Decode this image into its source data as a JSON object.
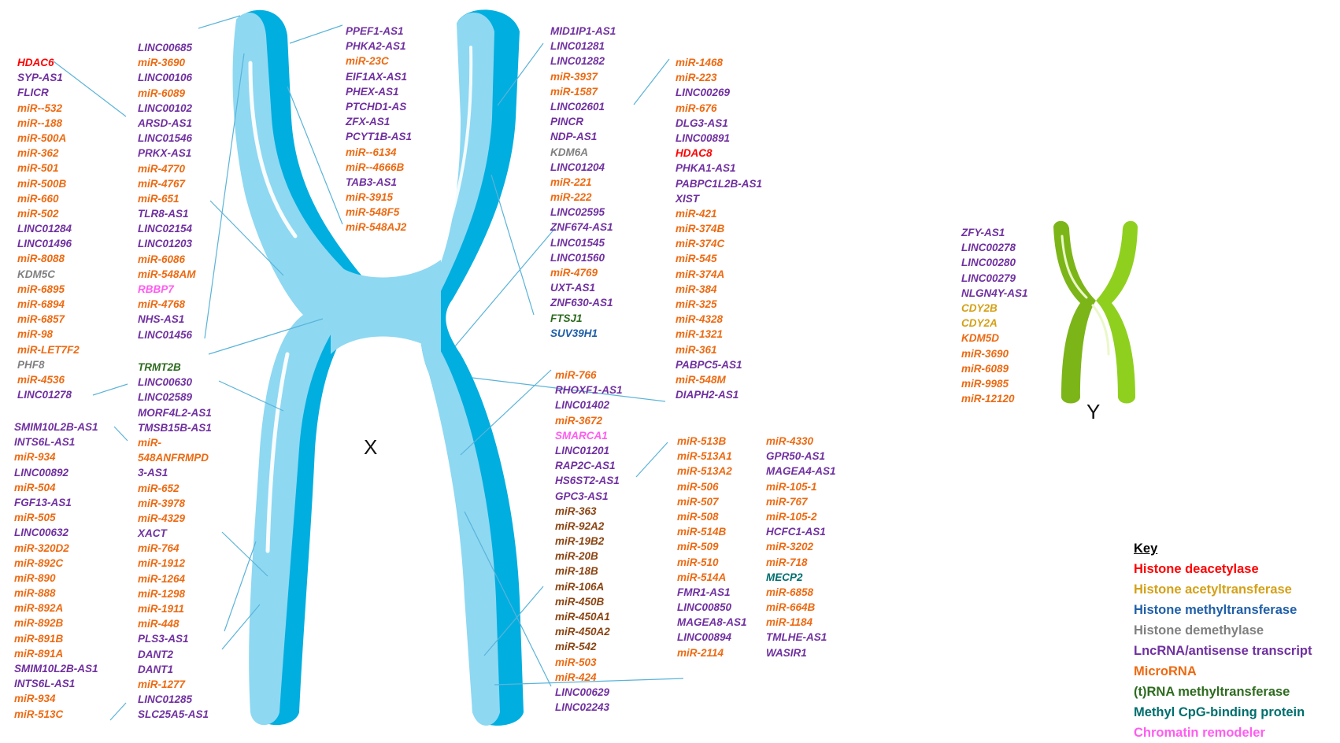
{
  "colors": {
    "deacetylase": "#ff0000",
    "acetyltransferase": "#d4a017",
    "methyltransferase": "#1f5fa8",
    "demethylase": "#808080",
    "lncrna": "#7030a0",
    "microrna": "#ed6a12",
    "trna_methyltransferase": "#2e6b1f",
    "mecp": "#006e6e",
    "remodeler": "#ff5cf0",
    "brown": "#8b4513"
  },
  "chromosomes": {
    "x_label": "X",
    "y_label": "Y"
  },
  "columns": [
    {
      "id": "col-x-left-outer",
      "items": [
        {
          "t": "HDAC6",
          "c": "deacetylase"
        },
        {
          "t": "SYP-AS1",
          "c": "lncrna"
        },
        {
          "t": "FLICR",
          "c": "lncrna"
        },
        {
          "t": "miR--532",
          "c": "microrna"
        },
        {
          "t": "miR--188",
          "c": "microrna"
        },
        {
          "t": "miR-500A",
          "c": "microrna"
        },
        {
          "t": "miR-362",
          "c": "microrna"
        },
        {
          "t": "miR-501",
          "c": "microrna"
        },
        {
          "t": "miR-500B",
          "c": "microrna"
        },
        {
          "t": "miR-660",
          "c": "microrna"
        },
        {
          "t": "miR-502",
          "c": "microrna"
        },
        {
          "t": "LINC01284",
          "c": "lncrna"
        },
        {
          "t": "LINC01496",
          "c": "lncrna"
        },
        {
          "t": "miR-8088",
          "c": "microrna"
        },
        {
          "t": "KDM5C",
          "c": "demethylase"
        },
        {
          "t": "miR-6895",
          "c": "microrna"
        },
        {
          "t": "miR-6894",
          "c": "microrna"
        },
        {
          "t": "miR-6857",
          "c": "microrna"
        },
        {
          "t": "miR-98",
          "c": "microrna"
        },
        {
          "t": "miR-LET7F2",
          "c": "microrna"
        },
        {
          "t": "PHF8",
          "c": "demethylase"
        },
        {
          "t": "miR-4536",
          "c": "microrna"
        },
        {
          "t": "LINC01278",
          "c": "lncrna"
        }
      ]
    },
    {
      "id": "col-x-left-lower",
      "items": [
        {
          "t": "SMIM10L2B-AS1",
          "c": "lncrna"
        },
        {
          "t": "INTS6L-AS1",
          "c": "lncrna"
        },
        {
          "t": "miR-934",
          "c": "microrna"
        },
        {
          "t": "LINC00892",
          "c": "lncrna"
        },
        {
          "t": "miR-504",
          "c": "microrna"
        },
        {
          "t": "FGF13-AS1",
          "c": "lncrna"
        },
        {
          "t": "miR-505",
          "c": "microrna"
        },
        {
          "t": "LINC00632",
          "c": "lncrna"
        },
        {
          "t": "miR-320D2",
          "c": "microrna"
        },
        {
          "t": "miR-892C",
          "c": "microrna"
        },
        {
          "t": "miR-890",
          "c": "microrna"
        },
        {
          "t": "miR-888",
          "c": "microrna"
        },
        {
          "t": "miR-892A",
          "c": "microrna"
        },
        {
          "t": "miR-892B",
          "c": "microrna"
        },
        {
          "t": "miR-891B",
          "c": "microrna"
        },
        {
          "t": "miR-891A",
          "c": "microrna"
        },
        {
          "t": "SMIM10L2B-AS1",
          "c": "lncrna"
        },
        {
          "t": "INTS6L-AS1",
          "c": "lncrna"
        },
        {
          "t": "miR-934",
          "c": "microrna"
        },
        {
          "t": "miR-513C",
          "c": "microrna"
        }
      ]
    },
    {
      "id": "col-x-left-inner-upper",
      "items": [
        {
          "t": "LINC00685",
          "c": "lncrna"
        },
        {
          "t": "miR-3690",
          "c": "microrna"
        },
        {
          "t": "LINC00106",
          "c": "lncrna"
        },
        {
          "t": "miR-6089",
          "c": "microrna"
        },
        {
          "t": "LINC00102",
          "c": "lncrna"
        },
        {
          "t": "ARSD-AS1",
          "c": "lncrna"
        },
        {
          "t": "LINC01546",
          "c": "lncrna"
        },
        {
          "t": "PRKX-AS1",
          "c": "lncrna"
        },
        {
          "t": "miR-4770",
          "c": "microrna"
        },
        {
          "t": "miR-4767",
          "c": "microrna"
        },
        {
          "t": "miR-651",
          "c": "microrna"
        },
        {
          "t": "TLR8-AS1",
          "c": "lncrna"
        },
        {
          "t": "LINC02154",
          "c": "lncrna"
        },
        {
          "t": "LINC01203",
          "c": "lncrna"
        },
        {
          "t": "miR-6086",
          "c": "microrna"
        },
        {
          "t": "miR-548AM",
          "c": "microrna"
        },
        {
          "t": "RBBP7",
          "c": "remodeler"
        },
        {
          "t": "miR-4768",
          "c": "microrna"
        },
        {
          "t": "NHS-AS1",
          "c": "lncrna"
        },
        {
          "t": "LINC01456",
          "c": "lncrna"
        }
      ]
    },
    {
      "id": "col-x-left-inner-lower",
      "items": [
        {
          "t": "TRMT2B",
          "c": "trna_methyltransferase"
        },
        {
          "t": "LINC00630",
          "c": "lncrna"
        },
        {
          "t": "LINC02589",
          "c": "lncrna"
        },
        {
          "t": "MORF4L2-AS1",
          "c": "lncrna"
        },
        {
          "t": "TMSB15B-AS1",
          "c": "lncrna"
        },
        {
          "t": "miR-",
          "c": "microrna"
        },
        {
          "t": "548ANFRMPD",
          "c": "microrna"
        },
        {
          "t": "3-AS1",
          "c": "lncrna"
        },
        {
          "t": "miR-652",
          "c": "microrna"
        },
        {
          "t": "miR-3978",
          "c": "microrna"
        },
        {
          "t": "miR-4329",
          "c": "microrna"
        },
        {
          "t": "XACT",
          "c": "lncrna"
        },
        {
          "t": "miR-764",
          "c": "microrna"
        },
        {
          "t": "miR-1912",
          "c": "microrna"
        },
        {
          "t": "miR-1264",
          "c": "microrna"
        },
        {
          "t": "miR-1298",
          "c": "microrna"
        },
        {
          "t": "miR-1911",
          "c": "microrna"
        },
        {
          "t": "miR-448",
          "c": "microrna"
        },
        {
          "t": "PLS3-AS1",
          "c": "lncrna"
        },
        {
          "t": "DANT2",
          "c": "lncrna"
        },
        {
          "t": "DANT1",
          "c": "lncrna"
        },
        {
          "t": "miR-1277",
          "c": "microrna"
        },
        {
          "t": "LINC01285",
          "c": "lncrna"
        },
        {
          "t": "SLC25A5-AS1",
          "c": "lncrna"
        }
      ]
    },
    {
      "id": "col-x-center-top",
      "items": [
        {
          "t": "PPEF1-AS1",
          "c": "lncrna"
        },
        {
          "t": "PHKA2-AS1",
          "c": "lncrna"
        },
        {
          "t": "miR-23C",
          "c": "microrna"
        },
        {
          "t": "EIF1AX-AS1",
          "c": "lncrna"
        },
        {
          "t": "PHEX-AS1",
          "c": "lncrna"
        },
        {
          "t": "PTCHD1-AS",
          "c": "lncrna"
        },
        {
          "t": "ZFX-AS1",
          "c": "lncrna"
        },
        {
          "t": "PCYT1B-AS1",
          "c": "lncrna"
        },
        {
          "t": "miR--6134",
          "c": "microrna"
        },
        {
          "t": "miR--4666B",
          "c": "microrna"
        },
        {
          "t": "TAB3-AS1",
          "c": "lncrna"
        },
        {
          "t": "miR-3915",
          "c": "microrna"
        },
        {
          "t": "miR-548F5",
          "c": "microrna"
        },
        {
          "t": "miR-548AJ2",
          "c": "microrna"
        }
      ]
    },
    {
      "id": "col-x-right-inner-upper",
      "items": [
        {
          "t": "MID1IP1-AS1",
          "c": "lncrna"
        },
        {
          "t": "LINC01281",
          "c": "lncrna"
        },
        {
          "t": "LINC01282",
          "c": "lncrna"
        },
        {
          "t": "miR-3937",
          "c": "microrna"
        },
        {
          "t": "miR-1587",
          "c": "microrna"
        },
        {
          "t": "LINC02601",
          "c": "lncrna"
        },
        {
          "t": "PINCR",
          "c": "lncrna"
        },
        {
          "t": "NDP-AS1",
          "c": "lncrna"
        },
        {
          "t": "KDM6A",
          "c": "demethylase"
        },
        {
          "t": "LINC01204",
          "c": "lncrna"
        },
        {
          "t": "miR-221",
          "c": "microrna"
        },
        {
          "t": "miR-222",
          "c": "microrna"
        },
        {
          "t": "LINC02595",
          "c": "lncrna"
        },
        {
          "t": "ZNF674-AS1",
          "c": "lncrna"
        },
        {
          "t": "LINC01545",
          "c": "lncrna"
        },
        {
          "t": "LINC01560",
          "c": "lncrna"
        },
        {
          "t": "miR-4769",
          "c": "microrna"
        },
        {
          "t": "UXT-AS1",
          "c": "lncrna"
        },
        {
          "t": "ZNF630-AS1",
          "c": "lncrna"
        },
        {
          "t": "FTSJ1",
          "c": "trna_methyltransferase"
        },
        {
          "t": "SUV39H1",
          "c": "methyltransferase"
        }
      ]
    },
    {
      "id": "col-x-right-outer-upper",
      "items": [
        {
          "t": "miR-1468",
          "c": "microrna"
        },
        {
          "t": "miR-223",
          "c": "microrna"
        },
        {
          "t": "LINC00269",
          "c": "lncrna"
        },
        {
          "t": "miR-676",
          "c": "microrna"
        },
        {
          "t": "DLG3-AS1",
          "c": "lncrna"
        },
        {
          "t": "LINC00891",
          "c": "lncrna"
        },
        {
          "t": "HDAC8",
          "c": "deacetylase"
        },
        {
          "t": "PHKA1-AS1",
          "c": "lncrna"
        },
        {
          "t": "PABPC1L2B-AS1",
          "c": "lncrna"
        },
        {
          "t": "XIST",
          "c": "lncrna"
        },
        {
          "t": "miR-421",
          "c": "microrna"
        },
        {
          "t": "miR-374B",
          "c": "microrna"
        },
        {
          "t": "miR-374C",
          "c": "microrna"
        },
        {
          "t": "miR-545",
          "c": "microrna"
        },
        {
          "t": "miR-374A",
          "c": "microrna"
        },
        {
          "t": "miR-384",
          "c": "microrna"
        },
        {
          "t": "miR-325",
          "c": "microrna"
        },
        {
          "t": "miR-4328",
          "c": "microrna"
        },
        {
          "t": "miR-1321",
          "c": "microrna"
        },
        {
          "t": "miR-361",
          "c": "microrna"
        },
        {
          "t": "PABPC5-AS1",
          "c": "lncrna"
        },
        {
          "t": "miR-548M",
          "c": "microrna"
        },
        {
          "t": "DIAPH2-AS1",
          "c": "lncrna"
        }
      ]
    },
    {
      "id": "col-x-right-inner-lower",
      "items": [
        {
          "t": "miR-766",
          "c": "microrna"
        },
        {
          "t": "RHOXF1-AS1",
          "c": "lncrna"
        },
        {
          "t": "LINC01402",
          "c": "lncrna"
        },
        {
          "t": "miR-3672",
          "c": "microrna"
        },
        {
          "t": "SMARCA1",
          "c": "remodeler"
        },
        {
          "t": "LINC01201",
          "c": "lncrna"
        },
        {
          "t": "RAP2C-AS1",
          "c": "lncrna"
        },
        {
          "t": "HS6ST2-AS1",
          "c": "lncrna"
        },
        {
          "t": "GPC3-AS1",
          "c": "lncrna"
        },
        {
          "t": "miR-363",
          "c": "brown"
        },
        {
          "t": "miR-92A2",
          "c": "brown"
        },
        {
          "t": "miR-19B2",
          "c": "brown"
        },
        {
          "t": "miR-20B",
          "c": "brown"
        },
        {
          "t": "miR-18B",
          "c": "brown"
        },
        {
          "t": "miR-106A",
          "c": "brown"
        },
        {
          "t": "miR-450B",
          "c": "brown"
        },
        {
          "t": "miR-450A1",
          "c": "brown"
        },
        {
          "t": "miR-450A2",
          "c": "brown"
        },
        {
          "t": "miR-542",
          "c": "brown"
        },
        {
          "t": "miR-503",
          "c": "microrna"
        },
        {
          "t": "miR-424",
          "c": "microrna"
        },
        {
          "t": "LINC00629",
          "c": "lncrna"
        },
        {
          "t": "LINC02243",
          "c": "lncrna"
        }
      ]
    },
    {
      "id": "col-x-right-outer-lower",
      "items": [
        {
          "t": "miR-513B",
          "c": "microrna"
        },
        {
          "t": "miR-513A1",
          "c": "microrna"
        },
        {
          "t": "miR-513A2",
          "c": "microrna"
        },
        {
          "t": "miR-506",
          "c": "microrna"
        },
        {
          "t": "miR-507",
          "c": "microrna"
        },
        {
          "t": "miR-508",
          "c": "microrna"
        },
        {
          "t": "miR-514B",
          "c": "microrna"
        },
        {
          "t": "miR-509",
          "c": "microrna"
        },
        {
          "t": "miR-510",
          "c": "microrna"
        },
        {
          "t": "miR-514A",
          "c": "microrna"
        },
        {
          "t": "FMR1-AS1",
          "c": "lncrna"
        },
        {
          "t": "LINC00850",
          "c": "lncrna"
        },
        {
          "t": "MAGEA8-AS1",
          "c": "lncrna"
        },
        {
          "t": "LINC00894",
          "c": "lncrna"
        },
        {
          "t": "miR-2114",
          "c": "microrna"
        }
      ]
    },
    {
      "id": "col-x-far-right-lower",
      "items": [
        {
          "t": "miR-4330",
          "c": "microrna"
        },
        {
          "t": "GPR50-AS1",
          "c": "lncrna"
        },
        {
          "t": "MAGEA4-AS1",
          "c": "lncrna"
        },
        {
          "t": "miR-105-1",
          "c": "microrna"
        },
        {
          "t": "miR-767",
          "c": "microrna"
        },
        {
          "t": "miR-105-2",
          "c": "microrna"
        },
        {
          "t": "HCFC1-AS1",
          "c": "lncrna"
        },
        {
          "t": "miR-3202",
          "c": "microrna"
        },
        {
          "t": "miR-718",
          "c": "microrna"
        },
        {
          "t": "MECP2",
          "c": "mecp"
        },
        {
          "t": "miR-6858",
          "c": "microrna"
        },
        {
          "t": "miR-664B",
          "c": "microrna"
        },
        {
          "t": "miR-1184",
          "c": "microrna"
        },
        {
          "t": "TMLHE-AS1",
          "c": "lncrna"
        },
        {
          "t": "WASIR1",
          "c": "lncrna"
        }
      ]
    },
    {
      "id": "col-y",
      "items": [
        {
          "t": "ZFY-AS1",
          "c": "lncrna"
        },
        {
          "t": "LINC00278",
          "c": "lncrna"
        },
        {
          "t": "LINC00280",
          "c": "lncrna"
        },
        {
          "t": "LINC00279",
          "c": "lncrna"
        },
        {
          "t": "NLGN4Y-AS1",
          "c": "lncrna"
        },
        {
          "t": "CDY2B",
          "c": "acetyltransferase"
        },
        {
          "t": "CDY2A",
          "c": "acetyltransferase"
        },
        {
          "t": "KDM5D",
          "c": "microrna"
        },
        {
          "t": "miR-3690",
          "c": "microrna"
        },
        {
          "t": "miR-6089",
          "c": "microrna"
        },
        {
          "t": "miR-9985",
          "c": "microrna"
        },
        {
          "t": "miR-12120",
          "c": "microrna"
        }
      ]
    }
  ],
  "key": {
    "title": "Key",
    "entries": [
      {
        "label": "Histone deacetylase",
        "c": "deacetylase"
      },
      {
        "label": "Histone acetyltransferase",
        "c": "acetyltransferase"
      },
      {
        "label": "Histone methyltransferase",
        "c": "methyltransferase"
      },
      {
        "label": "Histone demethylase",
        "c": "demethylase"
      },
      {
        "label": "LncRNA/antisense transcript",
        "c": "lncrna"
      },
      {
        "label": "MicroRNA",
        "c": "microrna"
      },
      {
        "label": "(t)RNA methyltransferase",
        "c": "trna_methyltransferase"
      },
      {
        "label": "Methyl CpG-binding protein",
        "c": "mecp"
      },
      {
        "label": "Chromatin remodeler",
        "c": "remodeler"
      }
    ]
  }
}
